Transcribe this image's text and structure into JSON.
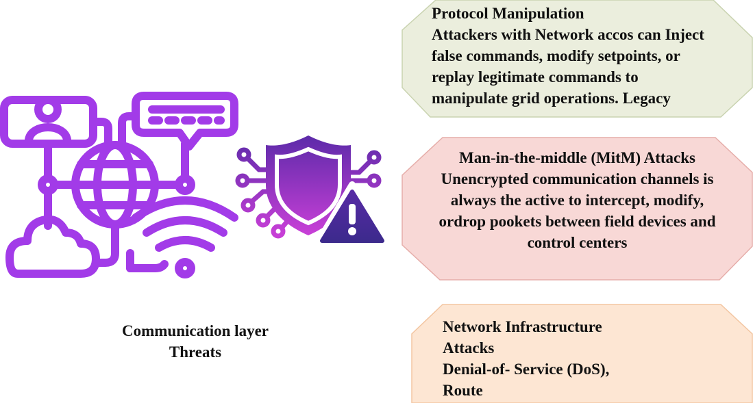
{
  "caption": {
    "line1": "Communication layer",
    "line2": "Threats"
  },
  "box_protocol": {
    "lines": [
      "Protocol Manipulation",
      "Attackers with Network accos can Inject",
      "false commands, modify setpoints, or",
      "replay legitimate commands to",
      "manipulate grid operations. Legacy"
    ],
    "fill": "#ebeedd",
    "stroke": "#c9d3b0"
  },
  "box_mitm": {
    "lines": [
      "Man-in-the-middle (MitM) Attacks",
      "Unencrypted communication channels  is",
      "always the active to intercept, modify,",
      "ordrop pookets between field devices and",
      "control centers"
    ],
    "fill": "#f8d8d6",
    "stroke": "#e6aeaa"
  },
  "box_network": {
    "lines": [
      "Network Infrastructure",
      "Attacks",
      "Denial-of- Service (DoS),",
      "Route"
    ],
    "fill": "#fde6d3",
    "stroke": "#f3c6a2"
  },
  "icons": {
    "network": "network-globe-icon",
    "shield": "shield-warning-icon"
  },
  "colors": {
    "gradient_top": "#2f8fe6",
    "gradient_bottom": "#a23be8",
    "shield_top": "#5a2aa8",
    "shield_bottom": "#c63fd6"
  }
}
